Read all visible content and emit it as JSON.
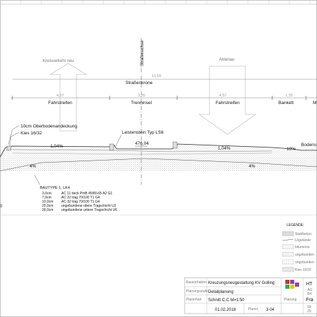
{
  "labels": {
    "strassenachse": "Straßenachse",
    "kreisverkehr": "Kreisverkehr neu",
    "abtenau": "Abtenau",
    "strassenkrone": "Straßenkrone",
    "total_width": "13,59",
    "seg1_width": "4,57",
    "seg2_width": "3,35",
    "seg3_width": "4,57",
    "seg4_width": "1,35",
    "fahrstreifen_left": "Fahrstreifen",
    "trenninsel": "Trenninsel",
    "fahrstreifen_right": "Fahrstreifen",
    "bankett": "Bankett",
    "right_edge_cut": "M",
    "oberboden": "10cm Oberbodenandeckung",
    "kies": "Kies 16/32",
    "leistenstein": "Leistenstein Typ LS6",
    "elevation": "476,04",
    "slope_left": "1,04%",
    "slope_right": "1,04%",
    "pct_4_left": "4%",
    "pct_4_right": "4%",
    "pct_10": "10%",
    "bodens_cut": "Bodens",
    "left_edge_digit": "0"
  },
  "bautype": {
    "title": "BAUTYPE 1, LK4:",
    "rows": [
      {
        "thickness": "3,0cm",
        "material": "AC 11 deck PmB 45/80-65 A2 G1"
      },
      {
        "thickness": "7,0cm",
        "material": "AC 22 trag 70/100 T1 G4"
      },
      {
        "thickness": "10,0cm",
        "material": "AC 32 trag 70/100 T1 G4"
      },
      {
        "thickness": "20,0cm",
        "material": "ungebundene obere Tragschicht U2"
      },
      {
        "thickness": "30,0cm",
        "material": "ungebundene untere Tragschicht U6"
      }
    ]
  },
  "legend": {
    "title": "LEGENDE:",
    "items": [
      "Stahlbeton",
      "Urgelände",
      "bituminös",
      "ungebunden",
      "ungebunden",
      "Kies 16/32"
    ]
  },
  "title_block": {
    "bauvorhaben_label": "Bauvorhaben",
    "bauvorhaben": "Kreuzungsneugestaltung KV Golling",
    "planungsstufe_label": "Planungsstufe",
    "planungsstufe": "Detailplanung",
    "planinhalt_label": "Planinhalt",
    "planinhalt": "Schnitt C-C M=1:50",
    "datum": "01.02.2018",
    "plannr_label": "Plannr.",
    "plannr": "3-04",
    "planung_label": "Planung",
    "company_cut": "HT",
    "right_cut": "Fra",
    "small_1": "AG",
    "small_2": "B4",
    "small_3": "59",
    "small_4": "20"
  },
  "colors": {
    "logo_a": "#c0392b",
    "logo_b": "#8e44ad",
    "logo_c": "#27ae60",
    "logo_d": "#f1c40f"
  }
}
